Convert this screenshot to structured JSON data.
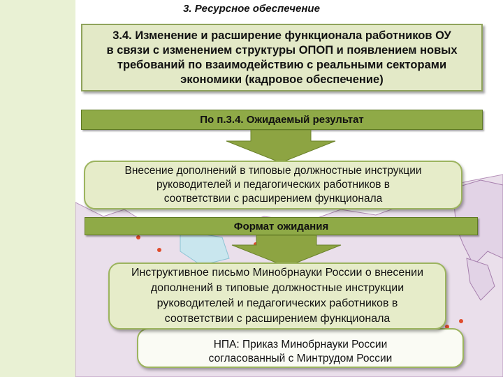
{
  "title": "3. Ресурсное обеспечение",
  "main_box": {
    "lines": [
      "3.4. Изменение и расширение функционала работников ОУ",
      "в связи с изменением структуры ОПОП и появлением новых",
      "требований по взаимодействию с реальными секторами",
      "экономики (кадровое обеспечение)"
    ]
  },
  "bar_result": {
    "label": "По п.3.4. Ожидаемый результат"
  },
  "result_box": {
    "lines": [
      "Внесение дополнений в типовые должностные инструкции",
      "руководителей и педагогических работников в",
      "соответствии с расширением функционала"
    ]
  },
  "bar_format": {
    "label": "Формат ожидания"
  },
  "letter_box": {
    "lines": [
      "Инструктивное письмо Минобрнауки России о внесении",
      "дополнений в типовые должностные инструкции",
      "руководителей и педагогических работников в",
      "соответствии с расширением функционала"
    ]
  },
  "npa_box": {
    "lines": [
      "НПА: Приказ Минобрнауки России",
      "согласованный с Минтрудом России"
    ]
  },
  "colors": {
    "stripe": "#e9f1d4",
    "box_fill": "#e3e9c7",
    "bar_fill": "#8faa47",
    "arrow_fill": "#8da442",
    "map_land": "#e8ddea",
    "map_water": "#c9e6ee"
  }
}
